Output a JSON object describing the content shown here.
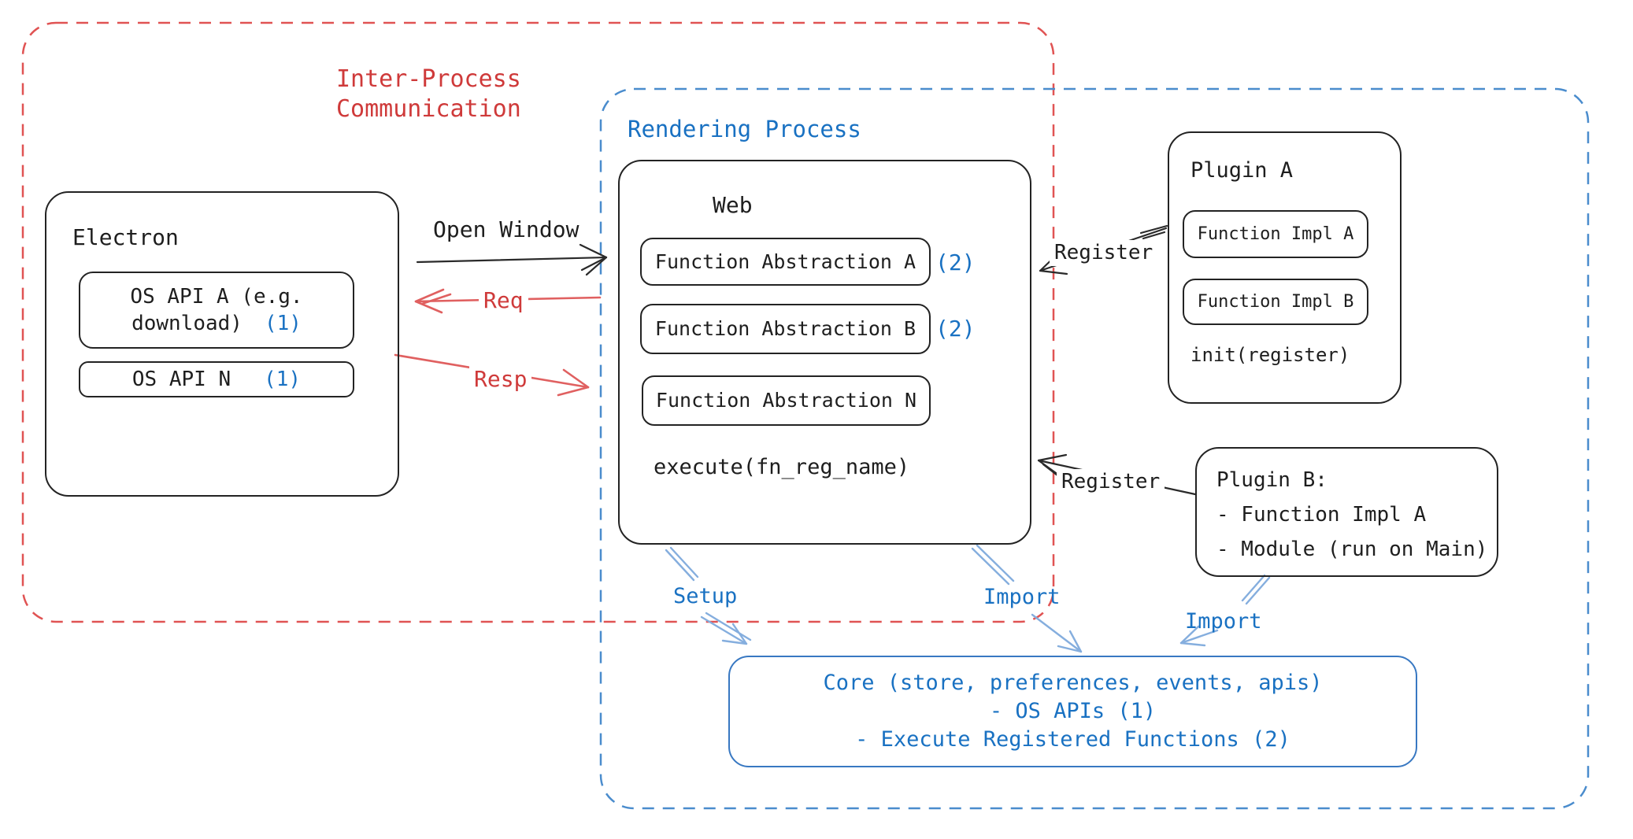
{
  "regions": {
    "ipc": {
      "line1": "Inter-Process",
      "line2": "Communication"
    },
    "rendering": {
      "label": "Rendering Process"
    }
  },
  "electron": {
    "title": "Electron",
    "api_a": {
      "line1": "OS API A (e.g.",
      "line2": "download)",
      "badge": "(1)"
    },
    "api_n": {
      "label": "OS API N",
      "badge": "(1)"
    }
  },
  "web": {
    "title": "Web",
    "fn_a": "Function Abstraction A",
    "fn_a_badge": "(2)",
    "fn_b": "Function Abstraction B",
    "fn_b_badge": "(2)",
    "fn_n": "Function Abstraction N",
    "execute_label": "execute(fn_reg_name)"
  },
  "plugin_a": {
    "title": "Plugin A",
    "impl_a": "Function Impl A",
    "impl_b": "Function Impl B",
    "init_label": "init(register)"
  },
  "plugin_b": {
    "line1": "Plugin B:",
    "line2": "- Function Impl A",
    "line3": "- Module (run on Main)"
  },
  "core": {
    "line1": "Core (store, preferences, events, apis)",
    "line2": "- OS APIs (1)",
    "line3": "- Execute Registered Functions (2)"
  },
  "connectors": {
    "open_window": "Open Window",
    "req": "Req",
    "resp": "Resp",
    "register_a": "Register",
    "register_b": "Register",
    "setup": "Setup",
    "import_web": "Import",
    "import_plugin": "Import"
  },
  "colors": {
    "ink": "#1e1e1e",
    "red_text": "#cf3a3a",
    "red_dash": "#e05353",
    "red_arrow": "#e06060",
    "blue_text": "#1971c2",
    "blue_dash": "#4a8ccd",
    "blue_arrow": "#85aede",
    "core_border": "#3878c2"
  }
}
